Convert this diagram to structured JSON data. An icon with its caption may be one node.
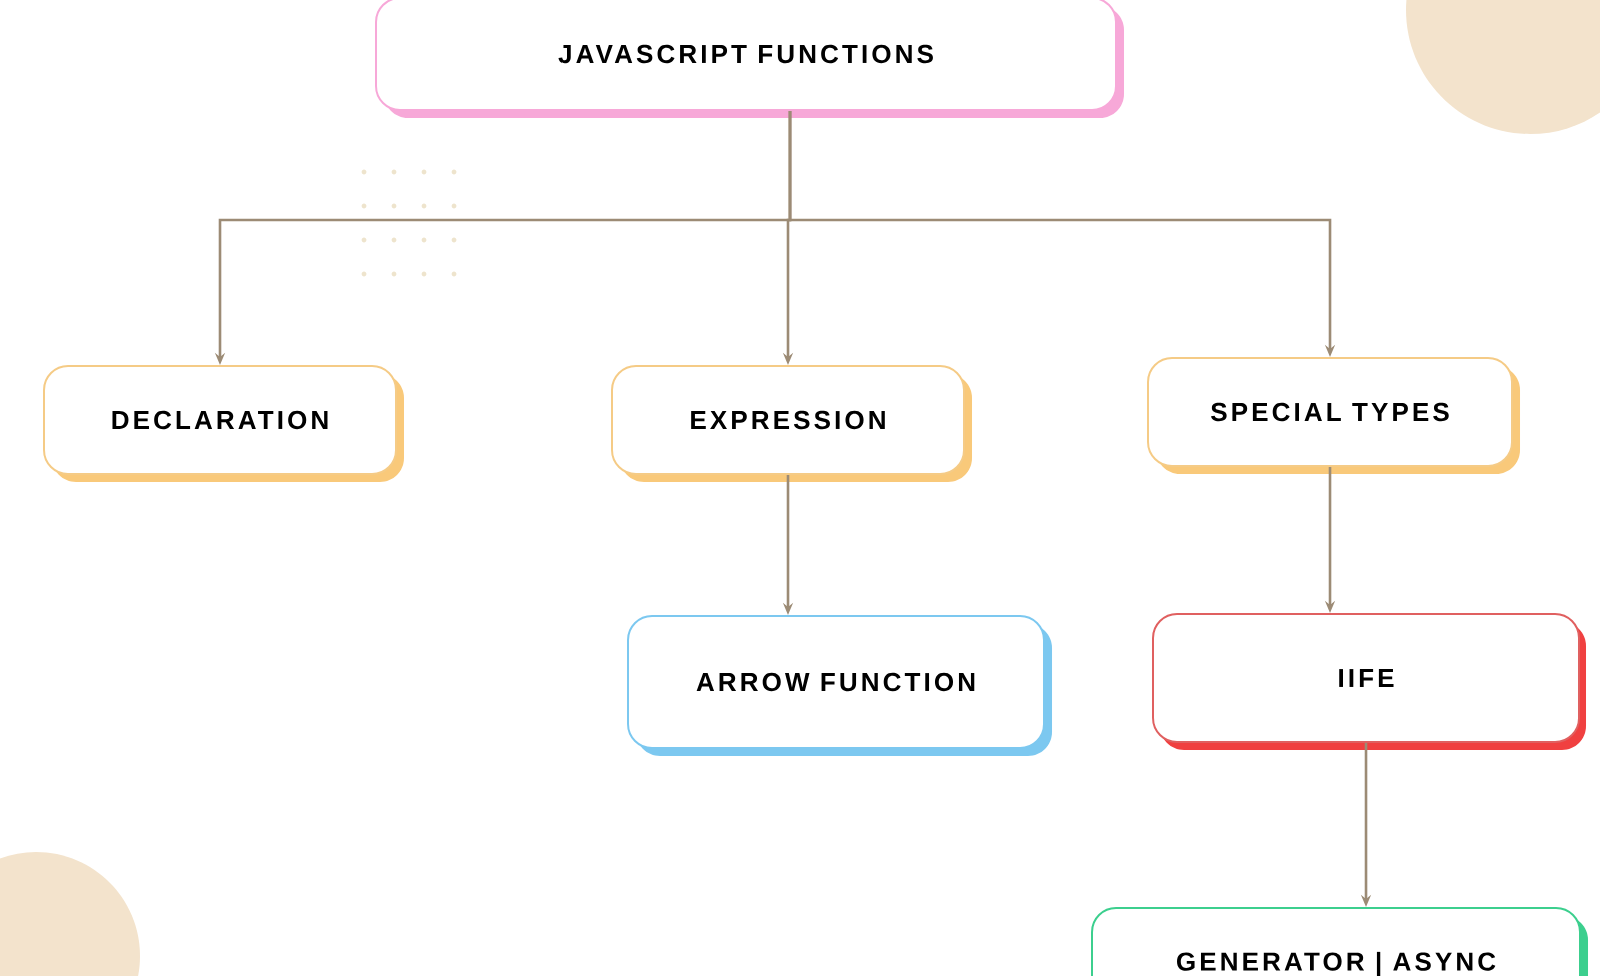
{
  "diagram": {
    "nodes": [
      {
        "text": [
          "JAVASCRIPT FUNCTIONS"
        ]
      },
      {
        "text": [
          "DECLARATION"
        ]
      },
      {
        "text": [
          "EXPRESSION"
        ]
      },
      {
        "text": [
          "SPECIAL TYPES"
        ]
      },
      {
        "text": [
          "ARROW FUNCTION"
        ]
      },
      {
        "text": [
          "IIFE"
        ]
      },
      {
        "text": [
          "GENERATOR | ASYNC"
        ]
      }
    ],
    "edges": [
      {
        "from": 0,
        "to": 1,
        "arrow": "to"
      },
      {
        "from": 0,
        "to": 2,
        "arrow": "to"
      },
      {
        "from": 0,
        "to": 3,
        "arrow": "to"
      },
      {
        "from": 2,
        "to": 4,
        "arrow": "to"
      },
      {
        "from": 3,
        "to": 5,
        "arrow": "to"
      },
      {
        "from": 5,
        "to": 6,
        "arrow": "to"
      }
    ]
  }
}
